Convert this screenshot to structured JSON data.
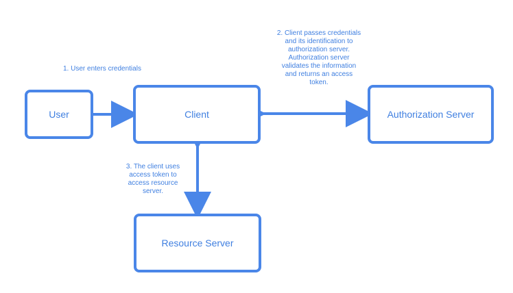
{
  "diagram": {
    "nodes": {
      "user": "User",
      "client": "Client",
      "auth_server": "Authorization Server",
      "resource_server": "Resource Server"
    },
    "notes": {
      "step1": "1. User enters credentials",
      "step2": "2. Client passes credentials\nand its identification to\nauthorization server.\nAuthorization server\nvalidates the information\nand returns an access\ntoken.",
      "step3": "3. The client uses\naccess token to\naccess resource\nserver."
    },
    "accent_color": "#4a86e8"
  }
}
